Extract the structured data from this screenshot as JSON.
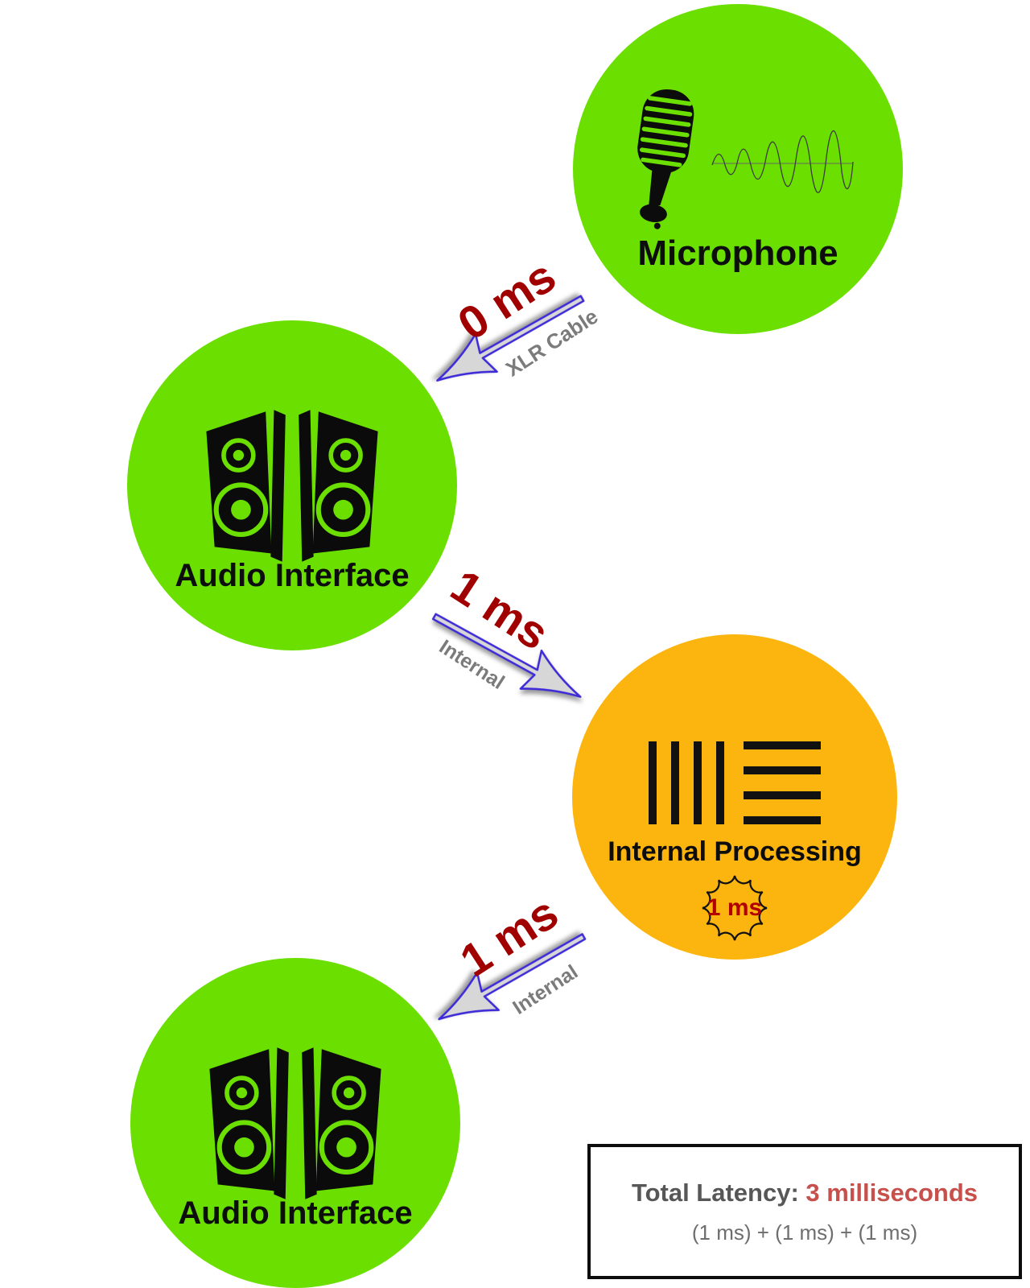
{
  "title": "Audio latency signal flow diagram",
  "colors": {
    "node_green": "#6BDF00",
    "node_orange": "#FBB50E",
    "latency_red": "#A00000",
    "badge_red": "#B20000",
    "via_gray": "#7B7B7B",
    "total_value_red": "#C7504C",
    "arrow_outline_blue": "#3E2BD8",
    "arrow_fill_gray": "#D7D7D7"
  },
  "nodes": [
    {
      "id": "microphone",
      "label": "Microphone",
      "icon": "microphone-icon",
      "color": "#6BDF00"
    },
    {
      "id": "audio-interface-1",
      "label": "Audio Interface",
      "icon": "speakers-icon",
      "color": "#6BDF00"
    },
    {
      "id": "internal-processing",
      "label": "Internal Processing",
      "icon": "ableton-bars-icon",
      "color": "#FBB50E",
      "badge": "1 ms"
    },
    {
      "id": "audio-interface-2",
      "label": "Audio Interface",
      "icon": "speakers-icon",
      "color": "#6BDF00"
    }
  ],
  "edges": [
    {
      "from": "microphone",
      "to": "audio-interface-1",
      "latency": "0 ms",
      "via": "XLR Cable"
    },
    {
      "from": "audio-interface-1",
      "to": "internal-processing",
      "latency": "1 ms",
      "via": "Internal"
    },
    {
      "from": "internal-processing",
      "to": "audio-interface-2",
      "latency": "1 ms",
      "via": "Internal"
    }
  ],
  "total": {
    "label": "Total Latency:",
    "value": "3 milliseconds",
    "formula": "(1 ms) + (1 ms) + (1 ms)"
  }
}
